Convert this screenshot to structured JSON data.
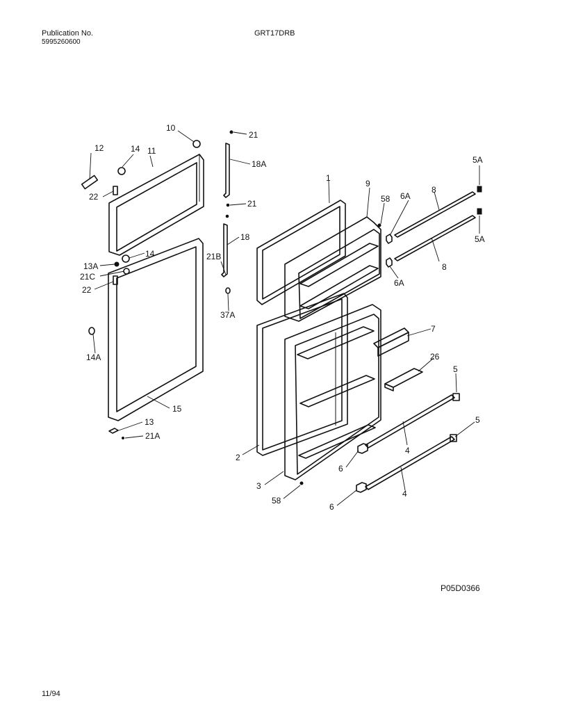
{
  "header": {
    "publication_label": "Publication No.",
    "publication_number": "5995260600",
    "model": "GRT17DRB"
  },
  "footer": {
    "diagram_code": "P05D0366",
    "date_code": "11/94"
  },
  "callouts": {
    "c1": "1",
    "c2": "2",
    "c3": "3",
    "c4a": "4",
    "c4b": "4",
    "c5a": "5",
    "c5b": "5",
    "c5Aa": "5A",
    "c5Ab": "5A",
    "c6a": "6",
    "c6b": "6",
    "c6Aa": "6A",
    "c6Ab": "6A",
    "c7": "7",
    "c8a": "8",
    "c8b": "8",
    "c9": "9",
    "c10": "10",
    "c11": "11",
    "c12": "12",
    "c13": "13",
    "c13A": "13A",
    "c14a": "14",
    "c14b": "14",
    "c14A": "14A",
    "c15": "15",
    "c18": "18",
    "c18A": "18A",
    "c21a": "21",
    "c21b": "21",
    "c21A": "21A",
    "c21B": "21B",
    "c21C": "21C",
    "c22a": "22",
    "c22b": "22",
    "c26": "26",
    "c37A": "37A",
    "c58a": "58",
    "c58b": "58"
  }
}
